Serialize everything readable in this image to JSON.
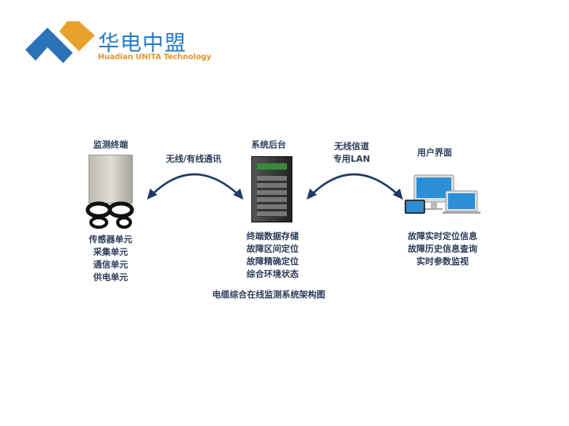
{
  "logo": {
    "name_cn": "华电中盟",
    "name_en": "Huadian UNITA Technology"
  },
  "terminal": {
    "title": "监测终端",
    "items": [
      "传感器单元",
      "采集单元",
      "通信单元",
      "供电单元"
    ]
  },
  "link_left": {
    "label": "无线/有线通讯"
  },
  "backend": {
    "title": "系统后台",
    "items": [
      "终端数据存储",
      "故障区间定位",
      "故障精确定位",
      "综合环境状态"
    ]
  },
  "link_right": {
    "line1": "无线信道",
    "line2": "专用LAN"
  },
  "ui": {
    "title": "用户界面",
    "items": [
      "故障实时定位信息",
      "故障历史信息查询",
      "实时参数监视"
    ]
  },
  "caption": "电缆综合在线监测系统架构图"
}
